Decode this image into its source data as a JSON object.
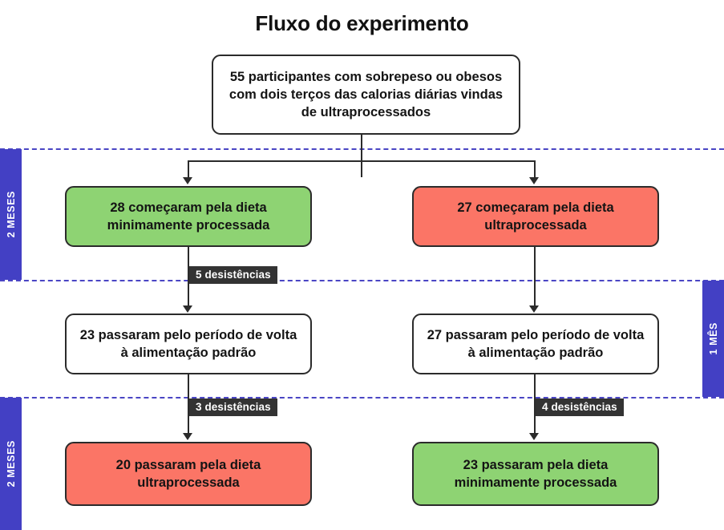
{
  "title": "Fluxo do experimento",
  "phase_bars": [
    {
      "label": "2 MESES",
      "name": "phase-bar-left-top"
    },
    {
      "label": "1 MÊS",
      "name": "phase-bar-right-middle"
    },
    {
      "label": "2 MESES",
      "name": "phase-bar-left-bottom"
    }
  ],
  "nodes": {
    "enrollment": "55 participantes com sobrepeso ou obesos com dois terços das calorias diárias vindas de ultraprocessados",
    "arm_minimally_processed_start": "28 começaram pela dieta minimamente processada",
    "arm_ultraprocessed_start": "27 começaram pela dieta ultraprocessada",
    "washout_left": "23 passaram pelo período de volta à alimentação padrão",
    "washout_right": "27 passaram pelo período de volta à alimentação padrão",
    "arm_ultraprocessed_end": "20 passaram pela dieta ultraprocessada",
    "arm_minimally_processed_end": "23 passaram pela dieta minimamente processada"
  },
  "dropouts": {
    "after_first_phase_left": "5 desistências",
    "after_washout_left": "3 desistências",
    "after_washout_right": "4 desistências"
  },
  "colors": {
    "minimally_processed": "#8ed373",
    "ultraprocessed": "#fb7566",
    "phase_bar": "#4340c4",
    "dashed_separator": "#4a45c4",
    "badge_background": "#333333",
    "stroke": "#2b2b2b"
  },
  "chart_data": {
    "type": "diagram",
    "diagram_kind": "crossover-trial-flowchart",
    "title": "Fluxo do experimento",
    "phases": [
      {
        "label": "2 MESES",
        "side": "left"
      },
      {
        "label": "1 MÊS",
        "side": "right"
      },
      {
        "label": "2 MESES",
        "side": "left"
      }
    ],
    "steps": [
      {
        "id": "enrollment",
        "n": 55,
        "text": "55 participantes com sobrepeso ou obesos com dois terços das calorias diárias vindas de ultraprocessados",
        "fill": "white"
      },
      {
        "id": "start-minimally-processed",
        "n": 28,
        "text": "28 começaram pela dieta minimamente processada",
        "fill": "#8ed373"
      },
      {
        "id": "start-ultraprocessed",
        "n": 27,
        "text": "27 começaram pela dieta ultraprocessada",
        "fill": "#fb7566"
      },
      {
        "id": "washout-left",
        "n": 23,
        "text": "23 passaram pelo período de volta à alimentação padrão",
        "fill": "white"
      },
      {
        "id": "washout-right",
        "n": 27,
        "text": "27 passaram pelo período de volta à alimentação padrão",
        "fill": "white"
      },
      {
        "id": "end-ultraprocessed",
        "n": 20,
        "text": "20 passaram pela dieta ultraprocessada",
        "fill": "#fb7566"
      },
      {
        "id": "end-minimally-processed",
        "n": 23,
        "text": "23 passaram pela dieta minimamente processada",
        "fill": "#8ed373"
      }
    ],
    "dropout_labels": [
      {
        "between": [
          "start-minimally-processed",
          "washout-left"
        ],
        "text": "5 desistências",
        "n": 5
      },
      {
        "between": [
          "washout-left",
          "end-ultraprocessed"
        ],
        "text": "3 desistências",
        "n": 3
      },
      {
        "between": [
          "washout-right",
          "end-minimally-processed"
        ],
        "text": "4 desistências",
        "n": 4
      }
    ]
  }
}
